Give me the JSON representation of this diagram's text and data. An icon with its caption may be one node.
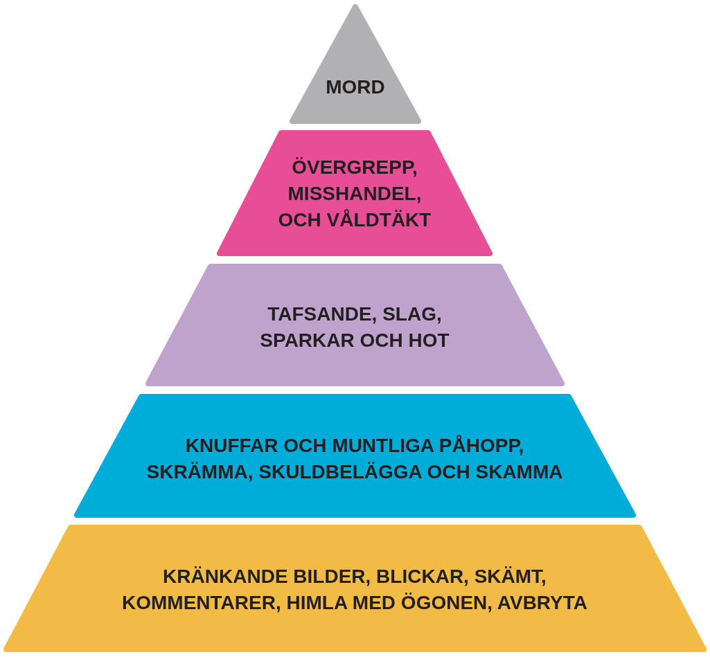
{
  "diagram": {
    "nodes": [
      {
        "text": [
          "MORD"
        ]
      },
      {
        "text": [
          "ÖVERGREPP, MISSHANDEL, OCH VÅLDTÄKT"
        ]
      },
      {
        "text": [
          "TAFSANDE, SLAG, SPARKAR OCH HOT"
        ]
      },
      {
        "text": [
          "KNUFFAR OCH MUNTLIGA PÅHOPP, SKRÄMMA, SKULDBELÄGGA OCH SKAMMA"
        ]
      },
      {
        "text": [
          "KRÄNKANDE BILDER, BLICKAR, SKÄMT, KOMMENTARER, HIMLA MED ÖGONEN, AVBRYTA"
        ]
      }
    ]
  }
}
